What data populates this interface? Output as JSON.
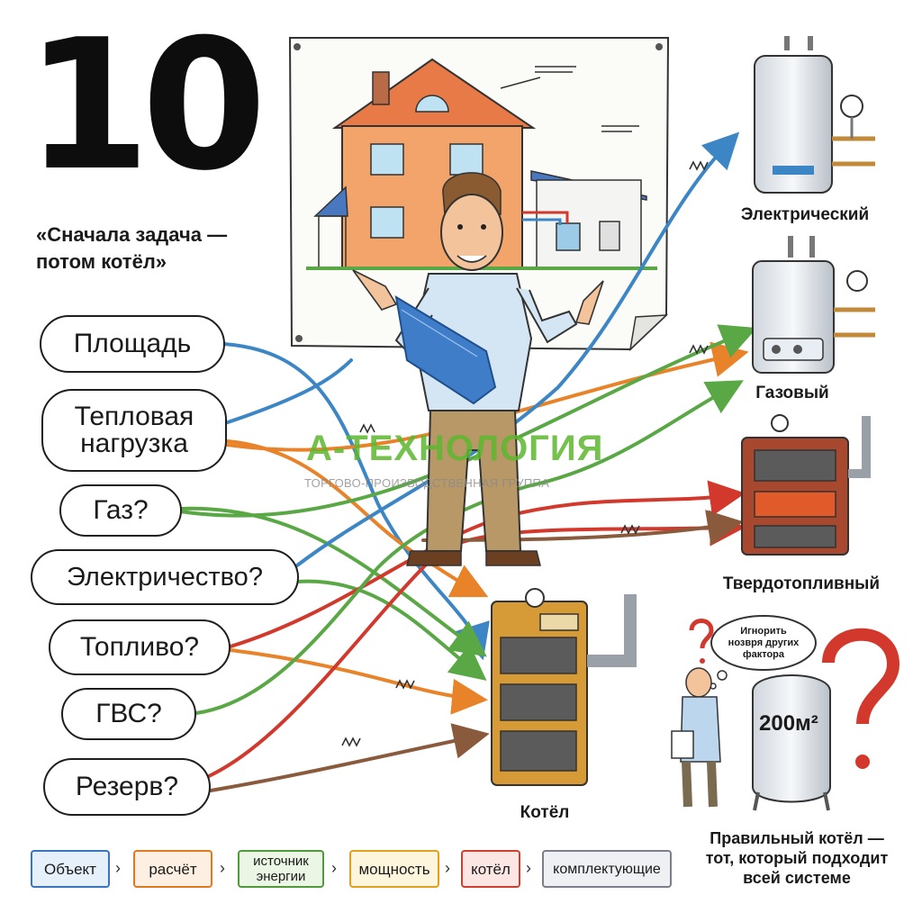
{
  "big_number": "10",
  "subtitle": "«Сначала задача —\nпотом котёл»",
  "factors": [
    "Площадь",
    "Тепловая\nнагрузка",
    "Газ?",
    "Электричество?",
    "Топливо?",
    "ГВС?",
    "Резерв?"
  ],
  "boiler_types": {
    "electric": "Электрический",
    "gas": "Газовый",
    "solid": "Твердотопливный",
    "main": "Котёл"
  },
  "watermark": {
    "brand": "А-ТЕХНОЛОГИЯ",
    "tagline": "ТОРГОВО-ПРОИЗВОДСТВЕННАЯ ГРУППА"
  },
  "thought_bubble": "Игнорить\nнозвря других\nфактора",
  "tank_label": "200м²",
  "conclusion": "Правильный котёл —\nтот, который подходит\nвсей системе",
  "process_steps": [
    {
      "label": "Объект",
      "color": "#3a73c0",
      "fill": "#e6f0fb"
    },
    {
      "label": "расчёт",
      "color": "#e07a1f",
      "fill": "#fdf0e2"
    },
    {
      "label": "источник\nэнергии",
      "color": "#4f9a3a",
      "fill": "#ebf6e5"
    },
    {
      "label": "мощность",
      "color": "#e0a020",
      "fill": "#fdf5dc"
    },
    {
      "label": "котёл",
      "color": "#d04030",
      "fill": "#fbe6e3"
    },
    {
      "label": "комплектующие",
      "color": "#7a7f8a",
      "fill": "#eff0f3"
    }
  ],
  "colors": {
    "arrow_blue": "#3d86c6",
    "arrow_orange": "#e8832a",
    "arrow_green": "#5aa845",
    "arrow_red": "#d2392c",
    "arrow_brown": "#8a5a3c",
    "brand_green": "#5cb82e"
  }
}
